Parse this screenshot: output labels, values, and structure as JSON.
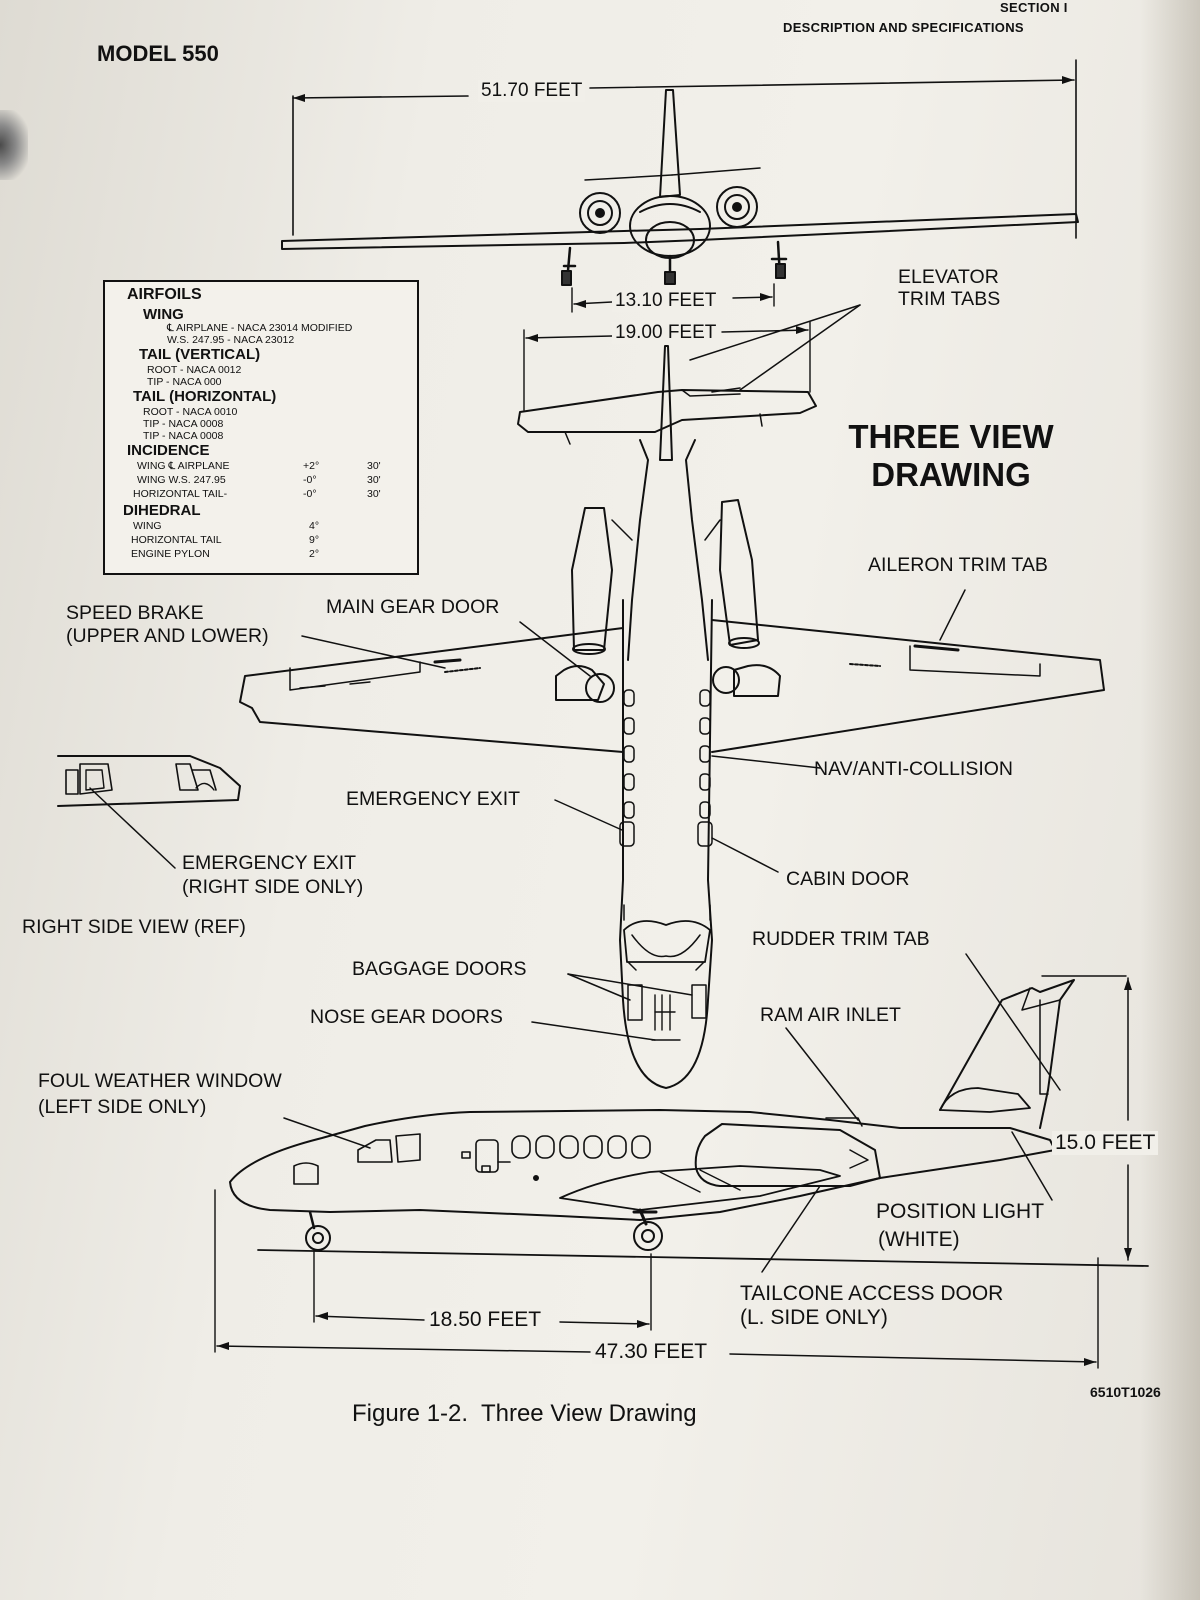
{
  "header": {
    "section": "SECTION I",
    "section_title": "DESCRIPTION AND SPECIFICATIONS",
    "model": "MODEL 550"
  },
  "title": {
    "line1": "THREE VIEW",
    "line2": "DRAWING"
  },
  "dimensions": {
    "wing_span": "51.70 FEET",
    "main_gear_track": "13.10 FEET",
    "horizontal_tail_span": "19.00 FEET",
    "height": "15.0 FEET",
    "wheelbase": "18.50 FEET",
    "length": "47.30 FEET"
  },
  "airfoils": {
    "title": "AIRFOILS",
    "wing": {
      "heading": "WING",
      "lines": [
        "℄ AIRPLANE - NACA 23014 MODIFIED",
        "W.S. 247.95 - NACA 23012"
      ]
    },
    "tail_vertical": {
      "heading": "TAIL (VERTICAL)",
      "lines": [
        "ROOT - NACA 0012",
        "TIP - NACA 000"
      ]
    },
    "tail_horizontal": {
      "heading": "TAIL (HORIZONTAL)",
      "lines": [
        "ROOT - NACA 0010",
        "TIP - NACA 0008",
        "TIP - NACA 0008"
      ]
    },
    "incidence": {
      "heading": "INCIDENCE",
      "rows": [
        {
          "label": "WING ℄ AIRPLANE",
          "deg": "+2°",
          "min": "30'"
        },
        {
          "label": "WING W.S. 247.95",
          "deg": "-0°",
          "min": "30'"
        },
        {
          "label": "HORIZONTAL TAIL-",
          "deg": "-0°",
          "min": "30'"
        }
      ]
    },
    "dihedral": {
      "heading": "DIHEDRAL",
      "rows": [
        {
          "label": "WING",
          "deg": "4°"
        },
        {
          "label": "HORIZONTAL TAIL",
          "deg": "9°"
        },
        {
          "label": "ENGINE PYLON",
          "deg": "2°"
        }
      ]
    }
  },
  "labels": {
    "elevator_trim_tabs_1": "ELEVATOR",
    "elevator_trim_tabs_2": "TRIM TABS",
    "aileron_trim_tab": "AILERON TRIM TAB",
    "speed_brake_1": "SPEED BRAKE",
    "speed_brake_2": "(UPPER AND LOWER)",
    "main_gear_door": "MAIN GEAR DOOR",
    "nav_anti_collision": "NAV/ANTI-COLLISION",
    "emergency_exit": "EMERGENCY EXIT",
    "emergency_exit_rs_1": "EMERGENCY EXIT",
    "emergency_exit_rs_2": "(RIGHT SIDE ONLY)",
    "cabin_door": "CABIN DOOR",
    "right_side_view": "RIGHT SIDE VIEW (REF)",
    "rudder_trim_tab": "RUDDER TRIM TAB",
    "baggage_doors": "BAGGAGE DOORS",
    "ram_air_inlet": "RAM AIR INLET",
    "nose_gear_doors": "NOSE GEAR DOORS",
    "foul_weather_window_1": "FOUL WEATHER WINDOW",
    "foul_weather_window_2": "(LEFT SIDE ONLY)",
    "position_light_1": "POSITION LIGHT",
    "position_light_2": "(WHITE)",
    "tailcone_access_door_1": "TAILCONE ACCESS DOOR",
    "tailcone_access_door_2": "(L. SIDE ONLY)"
  },
  "caption": "Figure 1-2.  Three View Drawing",
  "drawing_code": "6510T1026"
}
